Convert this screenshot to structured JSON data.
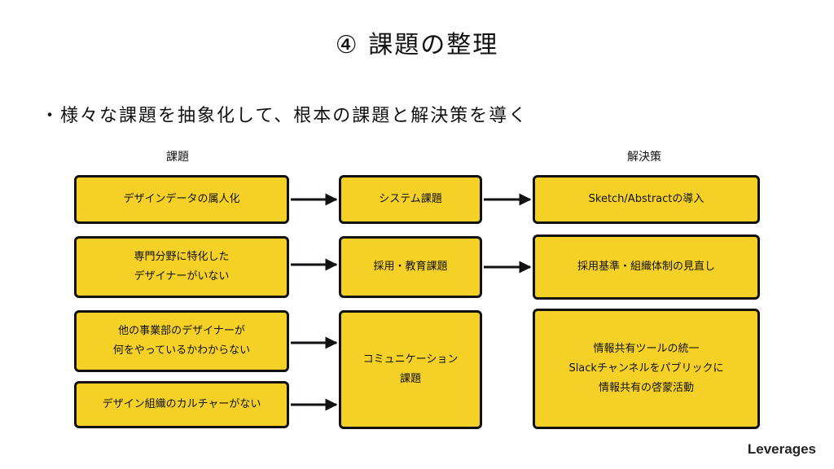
{
  "title": "④ 課題の整理",
  "bullet": {
    "marker": "・",
    "text": "様々な課題を抽象化して、根本の課題と解決策を導く"
  },
  "columns": {
    "left": "課題",
    "right": "解決策"
  },
  "issues": [
    "デザインデータの属人化",
    "専門分野に特化した\nデザイナーがいない",
    "他の事業部のデザイナーが\n何をやっているかわからない",
    "デザイン組織のカルチャーがない"
  ],
  "root_issues": [
    "システム課題",
    "採用・教育課題",
    "コミュニケーション\n課題"
  ],
  "solutions": [
    "Sketch/Abstractの導入",
    "採用基準・組織体制の見直し",
    "情報共有ツールの統一\nSlackチャンネルをパブリックに\n情報共有の啓蒙活動"
  ],
  "brand": "Leverages",
  "colors": {
    "box_fill": "#f5d127",
    "border": "#111111"
  }
}
